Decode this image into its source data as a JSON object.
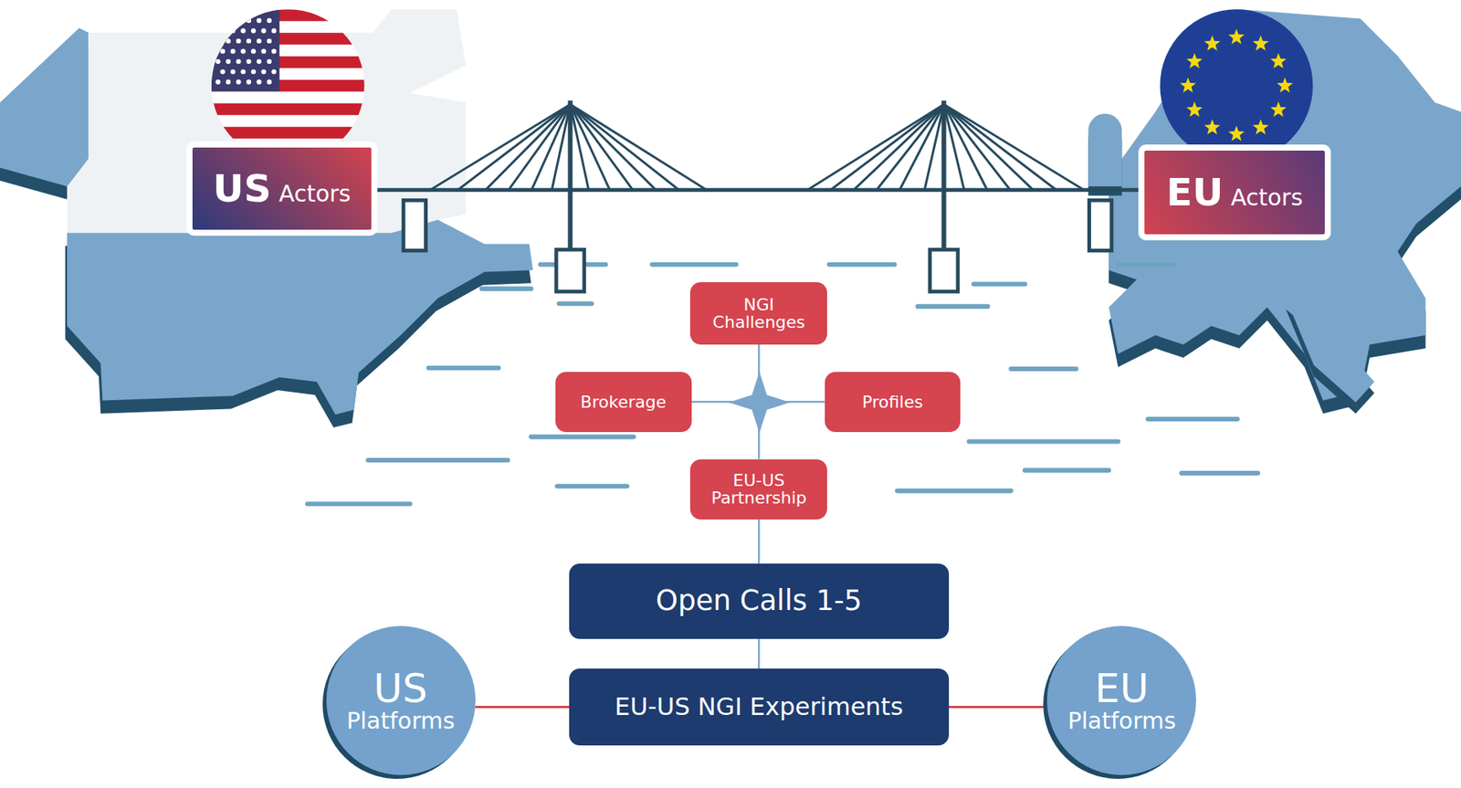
{
  "diagram": {
    "nodes": [
      {
        "text": [
          "US",
          "Actors"
        ]
      },
      {
        "text": [
          "EU",
          "Actors"
        ]
      },
      {
        "text": [
          "NGI Challenges"
        ]
      },
      {
        "text": [
          "Brokerage"
        ]
      },
      {
        "text": [
          "Profiles"
        ]
      },
      {
        "text": [
          "EU-US Partnership"
        ]
      },
      {
        "text": [
          "Open Calls 1-5"
        ]
      },
      {
        "text": [
          "US",
          "Platforms"
        ]
      },
      {
        "text": [
          "EU-US NGI Experiments"
        ]
      },
      {
        "text": [
          "EU",
          "Platforms"
        ]
      }
    ],
    "edges": [
      {
        "from": 0,
        "to": 1,
        "arrow": "none"
      },
      {
        "from": 2,
        "to": 5,
        "arrow": "none"
      },
      {
        "from": 3,
        "to": 4,
        "arrow": "none"
      },
      {
        "from": 5,
        "to": 6,
        "arrow": "none"
      },
      {
        "from": 6,
        "to": 8,
        "arrow": "none"
      },
      {
        "from": 7,
        "to": 8,
        "arrow": "none"
      },
      {
        "from": 8,
        "to": 9,
        "arrow": "none"
      }
    ]
  }
}
